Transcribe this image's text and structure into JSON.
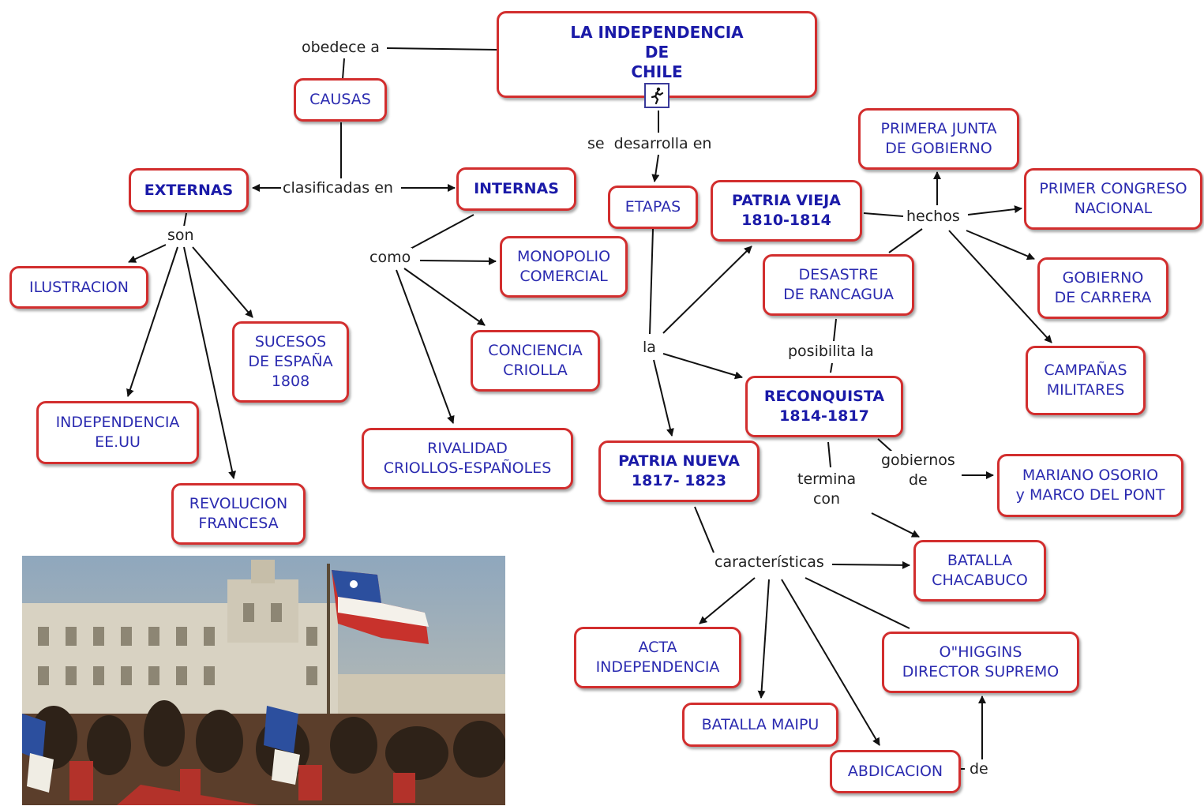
{
  "title": "LA INDEPENDENCIA\nDE\nCHILE",
  "nodes": {
    "causas": "CAUSAS",
    "externas": "EXTERNAS",
    "internas": "INTERNAS",
    "ilustracion": "ILUSTRACION",
    "sucesos": "SUCESOS\nDE ESPAÑA\n1808",
    "independencia_eeuu": "INDEPENDENCIA\nEE.UU",
    "revolucion_francesa": "REVOLUCION\nFRANCESA",
    "monopolio": "MONOPOLIO\nCOMERCIAL",
    "conciencia": "CONCIENCIA\nCRIOLLA",
    "rivalidad": "RIVALIDAD\nCRIOLLOS-ESPAÑOLES",
    "etapas": "ETAPAS",
    "patria_vieja": "PATRIA VIEJA\n1810-1814",
    "primera_junta": "PRIMERA JUNTA\nDE GOBIERNO",
    "primer_congreso": "PRIMER CONGRESO\nNACIONAL",
    "desastre": "DESASTRE\nDE RANCAGUA",
    "gobierno_carrera": "GOBIERNO\nDE CARRERA",
    "campanas": "CAMPAÑAS\nMILITARES",
    "reconquista": "RECONQUISTA\n1814-1817",
    "patria_nueva": "PATRIA NUEVA\n1817- 1823",
    "mariano": "MARIANO OSORIO\ny MARCO DEL PONT",
    "batalla_chacabuco": "BATALLA\nCHACABUCO",
    "acta": "ACTA\nINDEPENDENCIA",
    "ohiggins": "O\"HIGGINS\nDIRECTOR SUPREMO",
    "batalla_maipu": "BATALLA MAIPU",
    "abdicacion": "ABDICACION"
  },
  "links": {
    "obedece": "obedece a",
    "clasificadas": "clasificadas en",
    "son": "son",
    "como": "como",
    "se_desarrolla": "se  desarrolla en",
    "la": "la",
    "hechos": "hechos",
    "posibilita": "posibilita la",
    "termina": "termina\ncon",
    "gobiernos": "gobiernos\nde",
    "caracteristicas": "características",
    "de": "de"
  },
  "icons": {
    "resource": "running-figure-icon"
  },
  "colors": {
    "node_border": "#d22e2e",
    "node_text": "#2b2bb0",
    "line": "#111111"
  }
}
